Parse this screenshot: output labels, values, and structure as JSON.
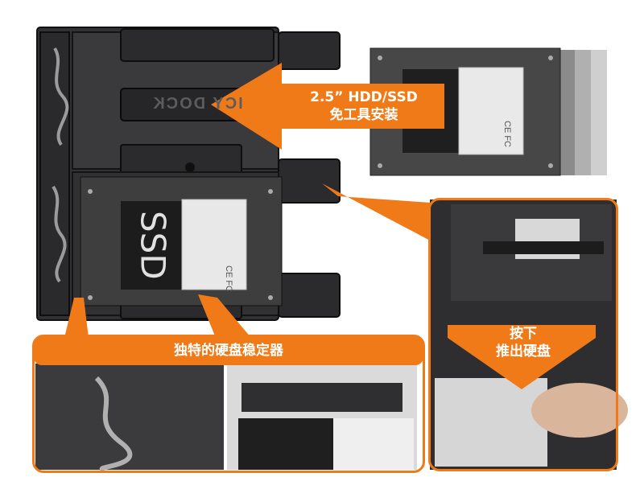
{
  "callout_top": {
    "line1": "2.5” HDD/SSD",
    "line2": "免工具安装"
  },
  "callout_bottom_left": {
    "title": "独特的硬盘稳定器"
  },
  "callout_right": {
    "line1": "按下",
    "line2": "推出硬盘"
  },
  "drive_label": {
    "text": "SSD",
    "cert": "CE FC"
  },
  "brand_emboss": "ICY DOCK",
  "colors": {
    "accent_orange": "#f07a18",
    "dock_dark": "#2c2c2e",
    "drive_gray": "#4a4a4a",
    "label_white": "#e9e9e9"
  }
}
